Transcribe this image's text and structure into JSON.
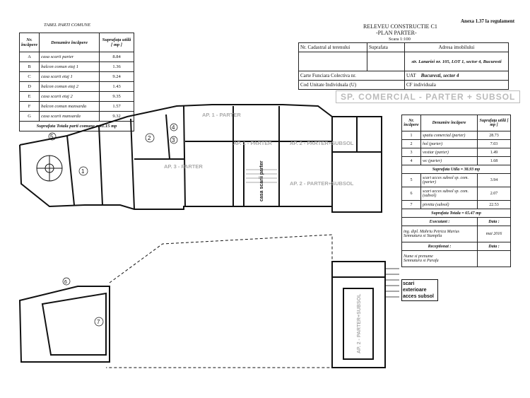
{
  "header": {
    "annex": "Anexa 1.37 la regulament",
    "title": "RELEVEU CONSTRUCTIE C1",
    "subtitle": "-PLAN PARTER-",
    "scale": "Scara 1:100"
  },
  "common_table": {
    "caption": "TABEL PARTI COMUNE",
    "headers": [
      "Nr. încăpere",
      "Denumire încăpere",
      "Suprafaţa utilă [ mp ]"
    ],
    "rows": [
      [
        "A",
        "casa scarii parter",
        "8.84"
      ],
      [
        "B",
        "balcon comun etaj 1",
        "1.36"
      ],
      [
        "C",
        "casa scarii etaj 1",
        "9.24"
      ],
      [
        "D",
        "balcon comun etaj 2",
        "1.43"
      ],
      [
        "E",
        "casa scarii etaj 2",
        "9.35"
      ],
      [
        "F",
        "balcon comun mansarda",
        "1.57"
      ],
      [
        "G",
        "casa scarii mansarda",
        "9.32"
      ]
    ],
    "total": "Suprafata Totala parti comune = 41.15 mp"
  },
  "cadastral_table": {
    "headers": [
      "Nr. Cadastral al terenului",
      "Suprafata",
      "Adresa imobilului"
    ],
    "address": "str. Lanariei nr. 105, LOT 1, sector 4, Bucuresti",
    "rows": [
      [
        "Carte Funciara Colectiva nr.",
        "UAT",
        "Bucuresti, sector 4"
      ],
      [
        "Cod Unitate Individuala (U)",
        "CF individuala",
        ""
      ]
    ]
  },
  "unit_banner": "SP. COMERCIAL - PARTER + SUBSOL",
  "unit_table": {
    "headers": [
      "Nr. încăpere",
      "Denumire încăpere",
      "Suprafaţa utilă [ mp ]"
    ],
    "rows": [
      [
        "1",
        "spatiu comercial (parter)",
        "28.73"
      ],
      [
        "2",
        "hol (parter)",
        "7.03"
      ],
      [
        "3",
        "vestiar (parter)",
        "1.49"
      ],
      [
        "4",
        "wc (parter)",
        "1.68"
      ],
      [
        "",
        "Suprafata Utila = 38.93 mp",
        ""
      ],
      [
        "5",
        "scari acces subsol sp. com. (parter)",
        "3.94"
      ],
      [
        "6",
        "scari acces subsol sp. com. (subsol)",
        "2.07"
      ],
      [
        "7",
        "pivnita (subsol)",
        "22.53"
      ]
    ],
    "total": "Suprafata Totala = 65.47 mp",
    "executant_label": "Executant :",
    "date_label": "Data :",
    "executant_name": "ing. dipl. Mahriu Petrica Marius",
    "signature_label": "Semnatura si Stampila",
    "executant_date": "mai 2016",
    "receptionat_label": "Receptionat :",
    "name_label": "Nume si prenume",
    "parafa_label": "Semnatura si Parafa"
  },
  "plan_labels": {
    "ap1": "AP. 1 - PARTER",
    "ap1b": "AP. 1 - PARTER",
    "ap2": "AP. 2 - PARTER+SUBSOL",
    "ap2b": "AP. 2 - PARTER+SUBSOL",
    "ap3": "AP. 3 - PARTER",
    "ap2c": "AP. 2 - PARTER+SUBSOL",
    "stair": "casa scarii parter",
    "ext_stair": "scari exterioare acces subsol",
    "room1": "1",
    "room2": "2",
    "room3": "3",
    "room4": "4",
    "room5": "5",
    "room6": "6",
    "room7": "7"
  }
}
